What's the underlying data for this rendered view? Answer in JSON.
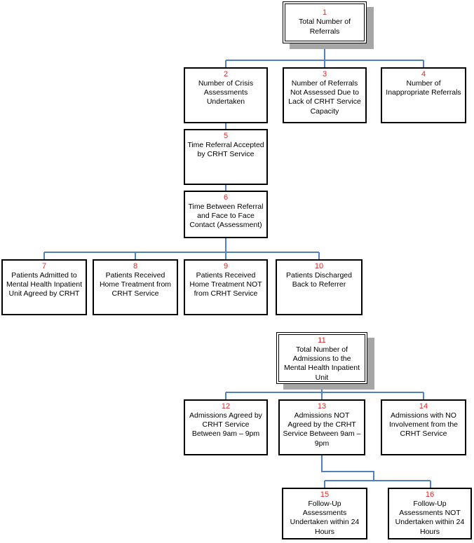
{
  "diagram": {
    "boxes": {
      "b1": {
        "number": "1",
        "label": "Total Number of Referrals"
      },
      "b2": {
        "number": "2",
        "label": "Number of Crisis Assessments Undertaken"
      },
      "b3": {
        "number": "3",
        "label": "Number of Referrals Not Assessed Due to Lack of CRHT Service Capacity"
      },
      "b4": {
        "number": "4",
        "label": "Number of Inappropriate Referrals"
      },
      "b5": {
        "number": "5",
        "label": "Time Referral Accepted by CRHT Service"
      },
      "b6": {
        "number": "6",
        "label": "Time Between Referral and Face to Face Contact (Assessment)"
      },
      "b7": {
        "number": "7",
        "label": "Patients Admitted to Mental Health Inpatient Unit Agreed by CRHT"
      },
      "b8": {
        "number": "8",
        "label": "Patients Received Home Treatment from CRHT Service"
      },
      "b9": {
        "number": "9",
        "label": "Patients Received Home Treatment NOT from CRHT Service"
      },
      "b10": {
        "number": "10",
        "label": "Patients Discharged Back to Referrer"
      },
      "b11": {
        "number": "11",
        "label": "Total Number of Admissions to the Mental Health Inpatient Unit"
      },
      "b12": {
        "number": "12",
        "label": "Admissions Agreed by CRHT Service Between 9am – 9pm"
      },
      "b13": {
        "number": "13",
        "label": "Admissions NOT Agreed by the CRHT Service Between 9am – 9pm"
      },
      "b14": {
        "number": "14",
        "label": "Admissions with NO Involvement from the CRHT Service"
      },
      "b15": {
        "number": "15",
        "label": "Follow-Up Assessments Undertaken within 24 Hours"
      },
      "b16": {
        "number": "16",
        "label": "Follow-Up Assessments NOT Undertaken within 24 Hours"
      }
    },
    "colors": {
      "connector": "#4f81bd",
      "number": "#d62b2b",
      "border": "#000000",
      "shadow": "#a6a6a6"
    }
  }
}
